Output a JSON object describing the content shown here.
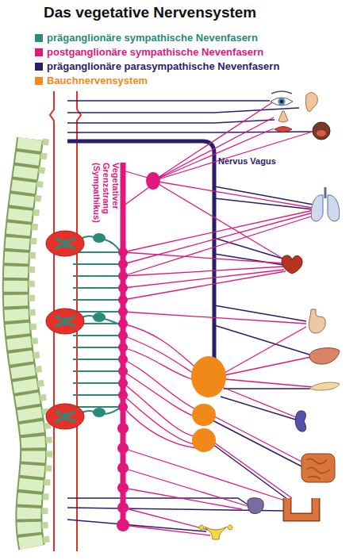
{
  "diagram": {
    "title": "Das vegetative Nervensystem",
    "labels": [
      "Vegetativer Grenzstrang (Sympathikus)",
      "Nervus Vagus"
    ],
    "legend": [
      {
        "text": "präganglionäre sympathische Nevenfasern",
        "color": "#2a8a78"
      },
      {
        "text": "postganglionäre sympathische Nevenfasern",
        "color": "#e2177e"
      },
      {
        "text": "präganglionäre parasympathische Nevenfasern",
        "color": "#2b1d6e"
      },
      {
        "text": "Bauchnervensystem",
        "color": "#f0891a"
      }
    ]
  }
}
